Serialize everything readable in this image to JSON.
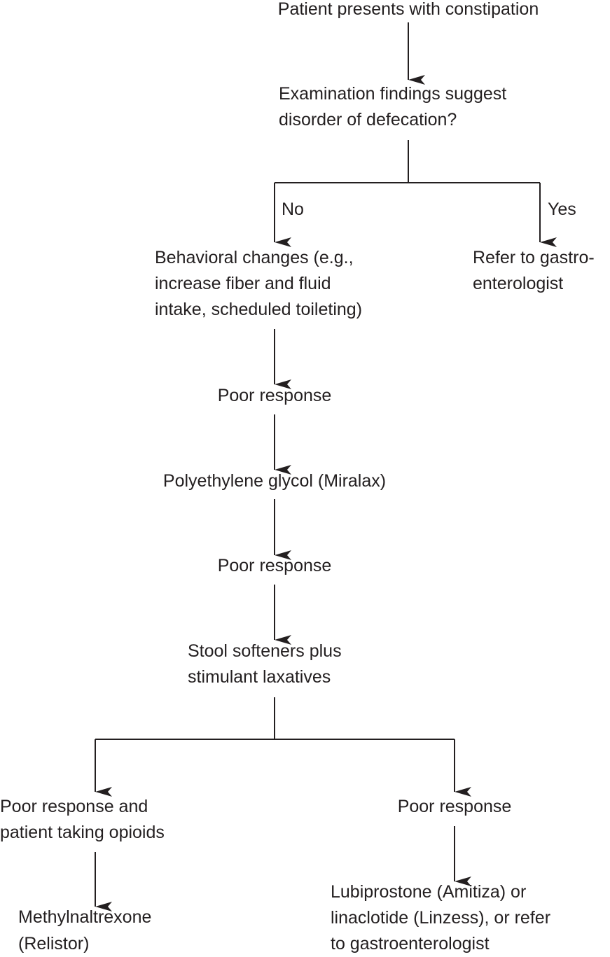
{
  "nodes": {
    "start": "Patient presents with constipation",
    "exam": [
      "Examination findings suggest",
      "disorder of defecation?"
    ],
    "behavioral": [
      "Behavioral changes (e.g.,",
      "increase fiber and fluid",
      "intake, scheduled toileting)"
    ],
    "refer": [
      "Refer to gastro-",
      "enterologist"
    ],
    "poor1": "Poor response",
    "peg": "Polyethylene glycol (Miralax)",
    "poor2": "Poor response",
    "stool": [
      "Stool softeners plus",
      "stimulant laxatives"
    ],
    "poor_opioids": [
      "Poor response and",
      "patient taking opioids"
    ],
    "poor3": "Poor response",
    "methyl": [
      "Methylnaltrexone",
      "(Relistor)"
    ],
    "lubi": [
      "Lubiprostone (Amitiza) or",
      "linaclotide (Linzess), or refer",
      "to gastroenterologist"
    ]
  },
  "edge_labels": {
    "no": "No",
    "yes": "Yes"
  },
  "colors": {
    "ink": "#231f20",
    "background": "#ffffff"
  }
}
